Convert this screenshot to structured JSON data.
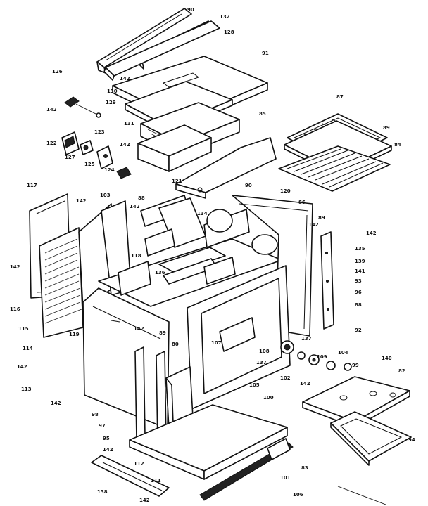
{
  "diagram": {
    "callouts": [
      {
        "id": "c-90-top",
        "text": "90"
      },
      {
        "id": "c-132-top",
        "text": "132"
      },
      {
        "id": "c-128-top",
        "text": "128"
      },
      {
        "id": "c-91",
        "text": "91"
      },
      {
        "id": "c-126",
        "text": "126"
      },
      {
        "id": "c-130",
        "text": "130"
      },
      {
        "id": "c-142-a",
        "text": "142"
      },
      {
        "id": "c-129",
        "text": "129"
      },
      {
        "id": "c-87",
        "text": "87"
      },
      {
        "id": "c-142-b",
        "text": "142"
      },
      {
        "id": "c-131",
        "text": "131"
      },
      {
        "id": "c-85",
        "text": "85"
      },
      {
        "id": "c-123",
        "text": "123"
      },
      {
        "id": "c-89",
        "text": "89"
      },
      {
        "id": "c-122",
        "text": "122"
      },
      {
        "id": "c-142-c",
        "text": "142"
      },
      {
        "id": "c-84",
        "text": "84"
      },
      {
        "id": "c-127",
        "text": "127"
      },
      {
        "id": "c-125",
        "text": "125"
      },
      {
        "id": "c-124",
        "text": "124"
      },
      {
        "id": "c-121",
        "text": "121"
      },
      {
        "id": "c-117",
        "text": "117"
      },
      {
        "id": "c-103",
        "text": "103"
      },
      {
        "id": "c-120",
        "text": "120"
      },
      {
        "id": "c-86",
        "text": "86"
      },
      {
        "id": "c-142-d",
        "text": "142"
      },
      {
        "id": "c-142-e",
        "text": "142"
      },
      {
        "id": "c-89-b",
        "text": "89"
      },
      {
        "id": "c-142-f",
        "text": "142"
      },
      {
        "id": "c-142-g",
        "text": "142"
      },
      {
        "id": "c-134",
        "text": "134"
      },
      {
        "id": "c-88",
        "text": "88"
      },
      {
        "id": "c-116",
        "text": "116"
      },
      {
        "id": "c-118",
        "text": "118"
      },
      {
        "id": "c-136",
        "text": "136"
      },
      {
        "id": "c-142-h",
        "text": "142"
      },
      {
        "id": "c-93",
        "text": "93"
      },
      {
        "id": "c-115",
        "text": "115"
      },
      {
        "id": "c-114",
        "text": "114"
      },
      {
        "id": "c-119",
        "text": "119"
      },
      {
        "id": "c-142-i",
        "text": "142"
      },
      {
        "id": "c-142-j",
        "text": "142"
      },
      {
        "id": "c-113",
        "text": "113"
      },
      {
        "id": "c-142-k",
        "text": "142"
      },
      {
        "id": "c-98",
        "text": "98"
      },
      {
        "id": "c-97",
        "text": "97"
      },
      {
        "id": "c-95",
        "text": "95"
      },
      {
        "id": "c-142-l",
        "text": "142"
      },
      {
        "id": "c-112",
        "text": "112"
      },
      {
        "id": "c-111",
        "text": "111"
      },
      {
        "id": "c-138",
        "text": "138"
      },
      {
        "id": "c-142-m",
        "text": "142"
      },
      {
        "id": "c-80",
        "text": "80"
      },
      {
        "id": "c-107",
        "text": "107"
      },
      {
        "id": "c-108",
        "text": "108"
      },
      {
        "id": "c-137-a",
        "text": "137"
      },
      {
        "id": "c-137-b",
        "text": "137"
      },
      {
        "id": "c-105",
        "text": "105"
      },
      {
        "id": "c-102",
        "text": "102"
      },
      {
        "id": "c-109",
        "text": "109"
      },
      {
        "id": "c-142-n",
        "text": "142"
      },
      {
        "id": "c-104",
        "text": "104"
      },
      {
        "id": "c-99",
        "text": "99"
      },
      {
        "id": "c-100",
        "text": "100"
      },
      {
        "id": "c-101",
        "text": "101"
      },
      {
        "id": "c-106",
        "text": "106"
      },
      {
        "id": "c-83",
        "text": "83"
      },
      {
        "id": "c-82",
        "text": "82"
      },
      {
        "id": "c-140",
        "text": "140"
      },
      {
        "id": "c-94",
        "text": "94"
      },
      {
        "id": "c-96",
        "text": "96"
      },
      {
        "id": "c-92",
        "text": "92"
      },
      {
        "id": "c-135",
        "text": "135"
      },
      {
        "id": "c-139",
        "text": "139"
      },
      {
        "id": "c-141",
        "text": "141"
      },
      {
        "id": "c-88-b",
        "text": "88"
      },
      {
        "id": "c-89-c",
        "text": "89"
      },
      {
        "id": "c-90-b",
        "text": "90"
      }
    ]
  }
}
